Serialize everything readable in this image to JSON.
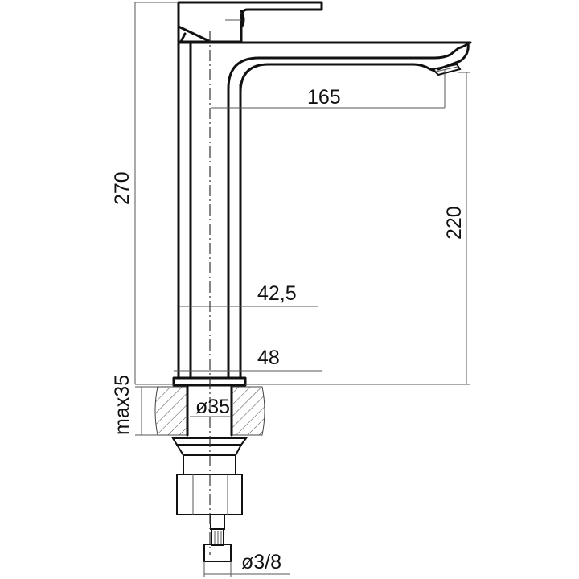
{
  "drawing": {
    "subject": "Tall basin mixer tap dimension drawing",
    "units": "mm",
    "colors": {
      "line": "#111111",
      "dim_line": "#555555",
      "background": "#ffffff"
    },
    "dimensions": {
      "total_height": "270",
      "spout_reach": "165",
      "spout_height": "220",
      "body_width_upper": "42,5",
      "base_width": "48",
      "max_deck_thickness": "max35",
      "hole_diameter": "ø35",
      "connection_thread": "ø3/8"
    }
  }
}
